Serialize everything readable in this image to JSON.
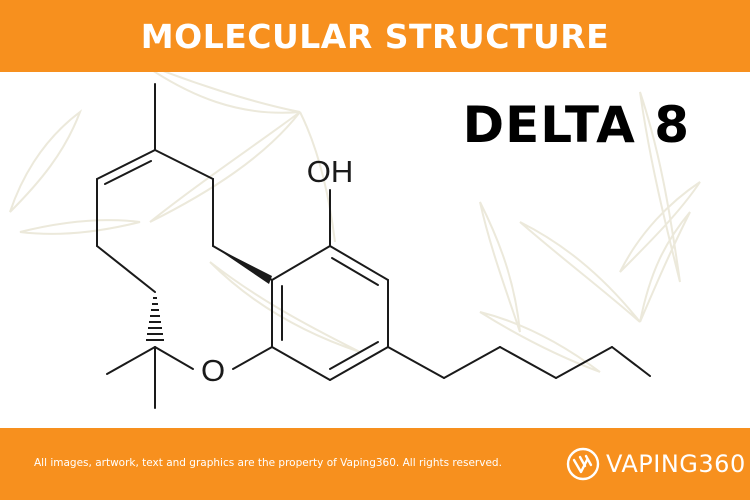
{
  "header": {
    "title": "MOLECULAR STRUCTURE"
  },
  "molecule": {
    "name": "DELTA 8",
    "hydroxyl_label": "OH",
    "oxygen_label": "O"
  },
  "footer": {
    "copyright": "All images, artwork, text and graphics are the property of Vaping360. All rights reserved.",
    "logo_text": "VAPING360"
  },
  "colors": {
    "brand_orange": "#f7901e",
    "bond": "#1a1a1a",
    "leaf_watermark": "#ece9db",
    "text_white": "#ffffff"
  },
  "icons": {
    "background": "cannabis-leaf-watermark",
    "logo": "vaping360-logo-icon"
  }
}
